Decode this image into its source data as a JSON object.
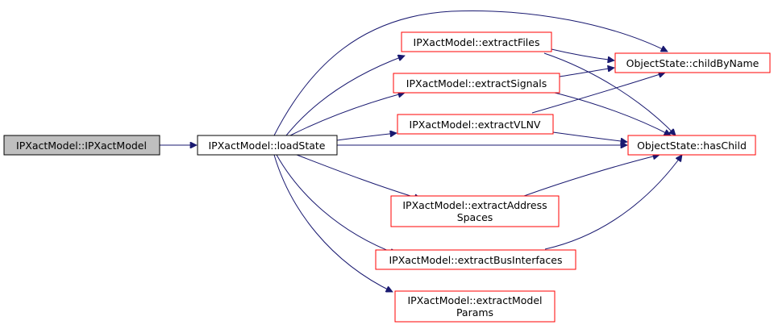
{
  "colors": {
    "edge": "#191970",
    "node_border_default": "#ff0000",
    "node_border_focus": "#000000",
    "node_fill_focus": "#bfbfbf",
    "node_fill_default": "#ffffff"
  },
  "nodes": {
    "ipxactmodel_ctor": {
      "lines": [
        "IPXactModel::IPXactModel"
      ],
      "focus": true
    },
    "loadstate": {
      "lines": [
        "IPXactModel::loadState"
      ]
    },
    "extractfiles": {
      "lines": [
        "IPXactModel::extractFiles"
      ]
    },
    "extractsignals": {
      "lines": [
        "IPXactModel::extractSignals"
      ]
    },
    "extractvlnv": {
      "lines": [
        "IPXactModel::extractVLNV"
      ]
    },
    "extractaddressspaces": {
      "lines": [
        "IPXactModel::extractAddress",
        "Spaces"
      ]
    },
    "extractbusinterfaces": {
      "lines": [
        "IPXactModel::extractBusInterfaces"
      ]
    },
    "extractmodelparams": {
      "lines": [
        "IPXactModel::extractModel",
        "Params"
      ]
    },
    "childbyname": {
      "lines": [
        "ObjectState::childByName"
      ]
    },
    "haschild": {
      "lines": [
        "ObjectState::hasChild"
      ]
    }
  }
}
